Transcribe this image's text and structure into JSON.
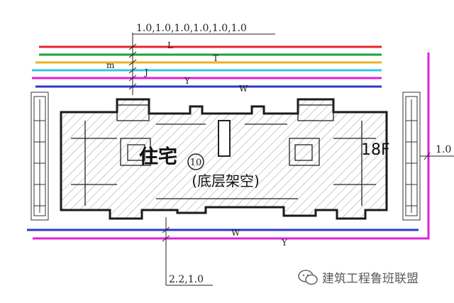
{
  "dimension_top": "1.0,1.0,1.0,1.0,1.0,1.0",
  "dimension_bottom": "2.2,1.0",
  "dimension_right": "1.0",
  "building": {
    "label": "住宅",
    "number": "10",
    "note": "(底层架空)",
    "floors": "18F"
  },
  "pipelines": [
    {
      "code": "L",
      "color": "#e6242b"
    },
    {
      "code": "T",
      "color": "#20a23a"
    },
    {
      "code": "m",
      "color": "#f0b020"
    },
    {
      "code": "J",
      "color": "#36c8d8"
    },
    {
      "code": "Y",
      "color": "#e020d8"
    },
    {
      "code": "W",
      "color": "#2a3ac8"
    }
  ],
  "bottom_pipelines": [
    {
      "code": "W",
      "color": "#2a3ac8"
    },
    {
      "code": "Y",
      "color": "#e020d8"
    }
  ],
  "watermark": "建筑工程鲁班联盟"
}
